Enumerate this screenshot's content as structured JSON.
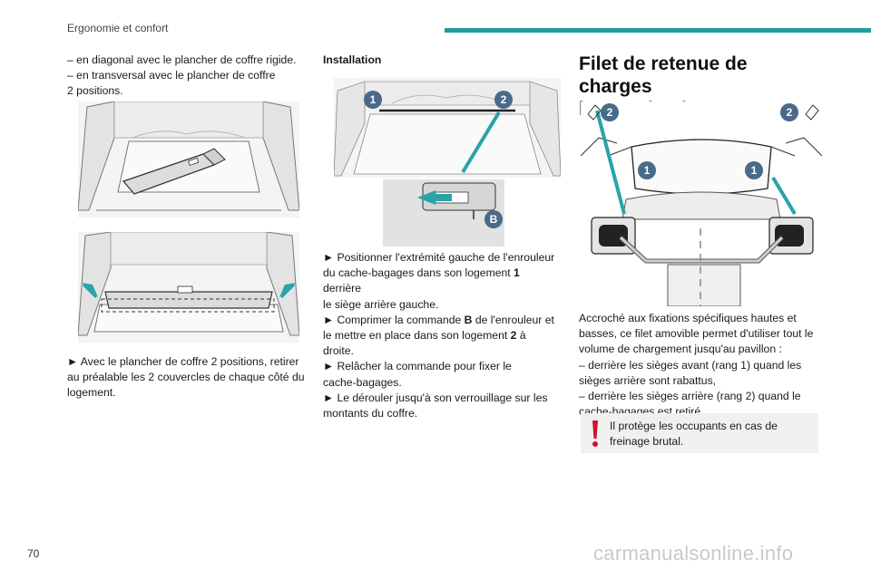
{
  "header": {
    "section": "Ergonomie et confort"
  },
  "col1": {
    "lines": [
      "– en diagonal avec le plancher de coffre rigide.",
      "– en transversal avec le plancher de coffre",
      "2 positions."
    ],
    "note_lines": [
      "► Avec le plancher de coffre 2 positions, retirer",
      "au préalable les 2 couvercles de chaque côté du",
      "logement."
    ]
  },
  "col2": {
    "title": "Installation",
    "callouts": {
      "one": "1",
      "two": "2",
      "b": "B"
    },
    "steps": [
      [
        "► Positionner l'extrémité gauche de l'enrouleur"
      ],
      [
        "du cache-bagages dans son logement ",
        "1",
        " derrière"
      ],
      [
        "le siège arrière gauche."
      ],
      [
        "► Comprimer la commande ",
        "B",
        " de l'enrouleur et"
      ],
      [
        "le mettre en place dans son logement ",
        "2",
        " à droite."
      ],
      [
        "► Relâcher la commande pour fixer le"
      ],
      [
        "cache-bagages."
      ],
      [
        "► Le dérouler jusqu'à son verrouillage sur les"
      ],
      [
        "montants du coffre."
      ]
    ]
  },
  "col3": {
    "title_lines": [
      "Filet de retenue de charges",
      "hautes (SW)"
    ],
    "callouts": {
      "one": "1",
      "two": "2"
    },
    "body_lines": [
      "Accroché aux fixations spécifiques hautes et",
      "basses, ce filet amovible permet d'utiliser tout le",
      "volume de chargement jusqu'au pavillon :",
      "– derrière les sièges avant (rang 1) quand les",
      "sièges arrière sont rabattus,",
      "– derrière les sièges arrière (rang 2) quand le",
      "cache-bagages est retiré."
    ],
    "warning_lines": [
      "Il protège les occupants en cas de",
      "freinage brutal."
    ]
  },
  "footer": {
    "page_number": "70",
    "watermark": "carmanualsonline.info"
  },
  "colors": {
    "teal": "#1f9c9c",
    "callout_blue": "#4a6a8a",
    "warning_red": "#d0102a",
    "arrow_teal": "#2aa3a8"
  }
}
